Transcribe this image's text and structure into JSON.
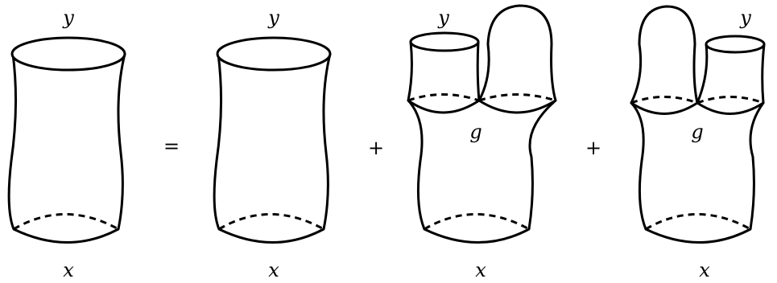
{
  "figure": {
    "term1": {
      "top_label": "y",
      "bottom_label": "x"
    },
    "op_equals": "=",
    "term2": {
      "top_label": "y",
      "bottom_label": "x"
    },
    "op_plus_1": "+",
    "term3": {
      "top_label": "y",
      "middle_label": "g",
      "bottom_label": "x"
    },
    "op_plus_2": "+",
    "term4": {
      "top_label": "y",
      "middle_label": "g",
      "bottom_label": "x"
    }
  },
  "colors": {
    "shade_light": "#e6e6e6",
    "shade_dark": "#6f6f6f",
    "stroke": "#000000"
  }
}
